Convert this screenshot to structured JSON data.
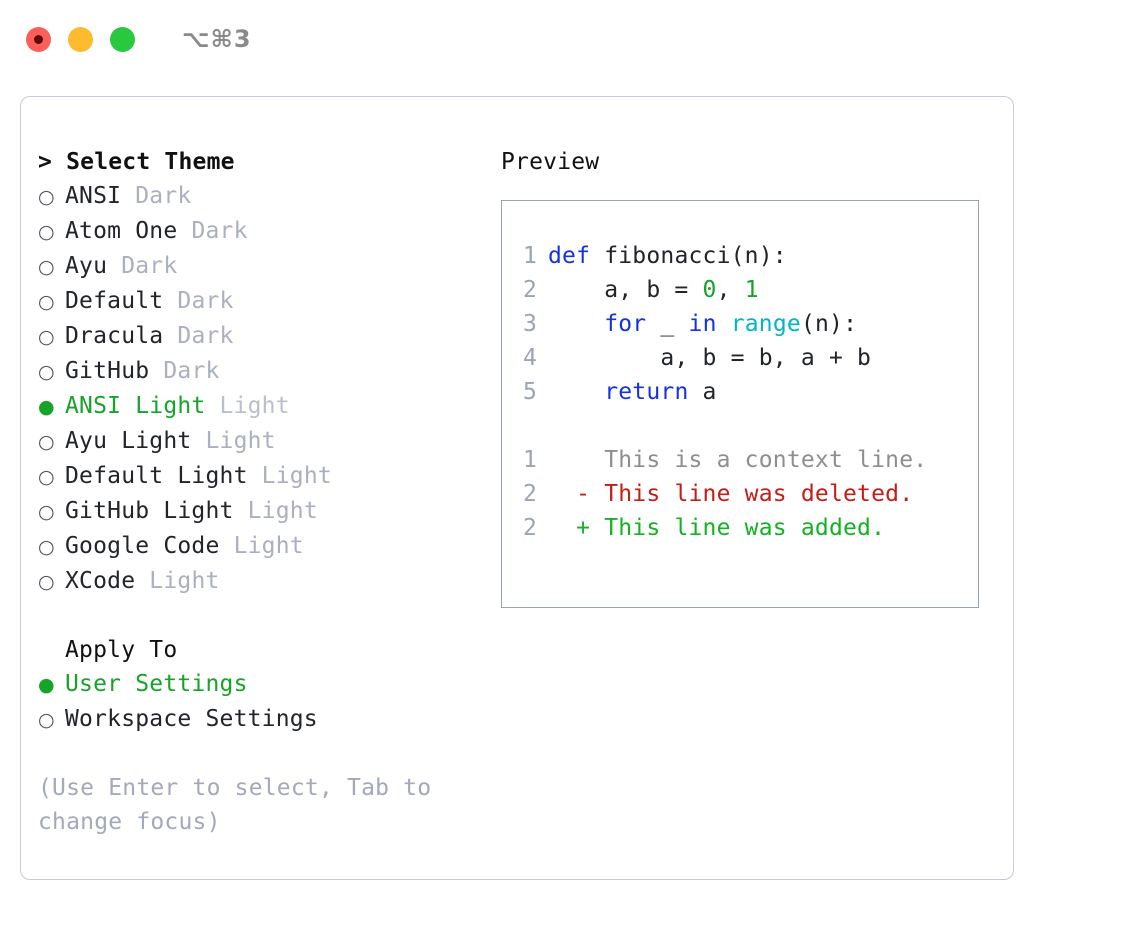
{
  "titlebar": {
    "dots": [
      {
        "name": "close",
        "color": "#fc5f5a"
      },
      {
        "name": "minimize",
        "color": "#fdbc2f"
      },
      {
        "name": "zoom",
        "color": "#28c93f"
      }
    ],
    "shortcut": "⌥⌘3"
  },
  "theme_picker": {
    "header": "> Select Theme",
    "prompt_symbol": ">",
    "marker_selected": "●",
    "marker_unselected": "○",
    "items": [
      {
        "label": "ANSI",
        "variant": "Dark",
        "selected": false
      },
      {
        "label": "Atom One",
        "variant": "Dark",
        "selected": false
      },
      {
        "label": "Ayu",
        "variant": "Dark",
        "selected": false
      },
      {
        "label": "Default",
        "variant": "Dark",
        "selected": false
      },
      {
        "label": "Dracula",
        "variant": "Dark",
        "selected": false
      },
      {
        "label": "GitHub",
        "variant": "Dark",
        "selected": false
      },
      {
        "label": "ANSI Light",
        "variant": "Light",
        "selected": true
      },
      {
        "label": "Ayu Light",
        "variant": "Light",
        "selected": false
      },
      {
        "label": "Default Light",
        "variant": "Light",
        "selected": false
      },
      {
        "label": "GitHub Light",
        "variant": "Light",
        "selected": false
      },
      {
        "label": "Google Code",
        "variant": "Light",
        "selected": false
      },
      {
        "label": "XCode",
        "variant": "Light",
        "selected": false
      }
    ]
  },
  "apply_to": {
    "header": "Apply To",
    "items": [
      {
        "label": "User Settings",
        "selected": true
      },
      {
        "label": "Workspace Settings",
        "selected": false
      }
    ]
  },
  "hint": "(Use Enter to select, Tab to change focus)",
  "preview": {
    "header": "Preview",
    "code_lines": [
      {
        "no": "1",
        "tokens": [
          {
            "t": "def",
            "c": "kw"
          },
          {
            "t": " fibonacci(n):",
            "c": "plain"
          }
        ]
      },
      {
        "no": "2",
        "tokens": [
          {
            "t": "    a, b = ",
            "c": "plain"
          },
          {
            "t": "0",
            "c": "num"
          },
          {
            "t": ", ",
            "c": "plain"
          },
          {
            "t": "1",
            "c": "num"
          }
        ]
      },
      {
        "no": "3",
        "tokens": [
          {
            "t": "    ",
            "c": "plain"
          },
          {
            "t": "for",
            "c": "kw"
          },
          {
            "t": " _ ",
            "c": "plain"
          },
          {
            "t": "in",
            "c": "kw"
          },
          {
            "t": " ",
            "c": "plain"
          },
          {
            "t": "range",
            "c": "fn"
          },
          {
            "t": "(n):",
            "c": "plain"
          }
        ]
      },
      {
        "no": "4",
        "tokens": [
          {
            "t": "        a, b = b, a + b",
            "c": "plain"
          }
        ]
      },
      {
        "no": "5",
        "tokens": [
          {
            "t": "    ",
            "c": "plain"
          },
          {
            "t": "return",
            "c": "kw"
          },
          {
            "t": " a",
            "c": "plain"
          }
        ]
      }
    ],
    "diff_lines": [
      {
        "no": "1",
        "sign": " ",
        "text": " This is a context line.",
        "kind": "context"
      },
      {
        "no": "2",
        "sign": "-",
        "text": " This line was deleted.",
        "kind": "deleted"
      },
      {
        "no": "2",
        "sign": "+",
        "text": " This line was added.",
        "kind": "added"
      }
    ]
  },
  "colors": {
    "accent_green": "#17a32a",
    "keyword_blue": "#1433e0",
    "function_cyan": "#00b5c8",
    "diff_delete_red": "#c41d16",
    "diff_add_green": "#12b321",
    "muted_gray": "#aab0bf",
    "border": "#c6cada",
    "preview_border": "#98a2b6"
  }
}
